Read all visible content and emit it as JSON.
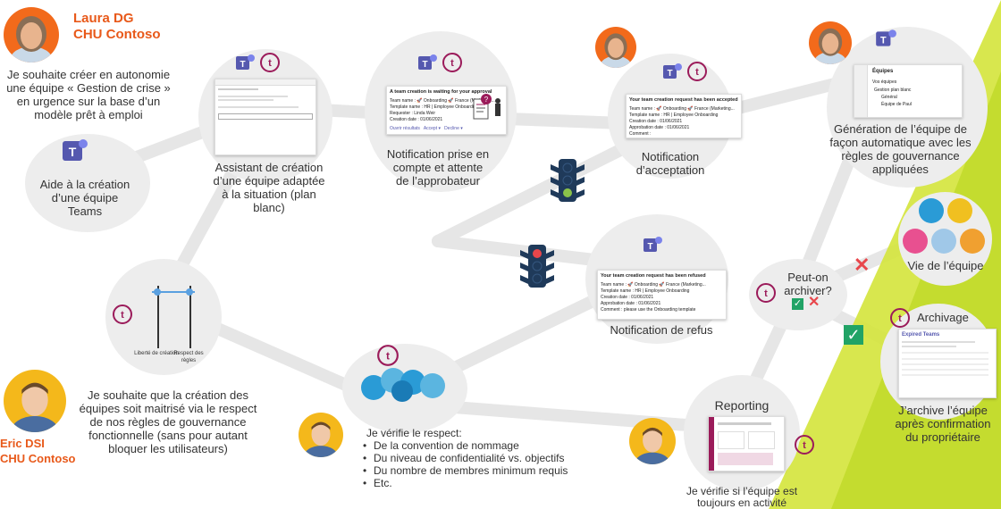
{
  "personas": {
    "laura": {
      "name": "Laura DG",
      "org": "CHU Contoso"
    },
    "eric": {
      "name": "Eric DSI",
      "org": "CHU Contoso"
    }
  },
  "texts": {
    "laura_need": "Je souhaite créer en autonomie une équipe « Gestion de crise » en urgence sur la base d’un modèle prêt à emploi",
    "help": "Aide à la création d’une équipe Teams",
    "assistant": "Assistant de création d’une équipe adaptée à la situation (plan blanc)",
    "notif_wait": "Notification prise en compte et attente de l’approbateur",
    "notif_accept": "Notification d’acceptation",
    "generation": "Génération de l’équipe de façon automatique avec les règles de gouvernance appliquées",
    "vie": "Vie de l’équipe",
    "peut_on": "Peut-on archiver?",
    "archivage": "Archivage",
    "archive_note": "J’archive l’équipe après confirmation du propriétaire",
    "notif_refus": "Notification de refus",
    "reporting": "Reporting",
    "reporting_note": "Je vérifie si l’équipe est toujours en activité",
    "eric_need": "Je souhaite que la création des équipes soit maitrisé via le respect de nos règles de gouvernance fonctionnelle (sans pour autant bloquer les utilisateurs)",
    "slider_left": "Liberté de création",
    "slider_right": "Respect des règles",
    "verif_intro": "Je vérifie le respect:",
    "verif_items": [
      "De la convention de nommage",
      "Du niveau de confidentialité vs. objectifs",
      "Du nombre de membres minimum requis",
      "Etc."
    ]
  },
  "cards": {
    "wait": {
      "title": "A team creation is waiting for your approval",
      "rows": [
        "Team name : 🚀 Onboarding 🚀 France (Marketing...",
        "Template name : HR | Employee Onboarding",
        "Requester : Linda Weir",
        "Creation date : 01/06/2021"
      ],
      "actions": [
        "Ouvrir résultats",
        "Accept ▾",
        "Decline ▾"
      ]
    },
    "accept": {
      "title": "Your team creation request has been accepted",
      "rows": [
        "Team name : 🚀 Onboarding 🚀 France (Marketing...",
        "Template name : HR | Employee Onboarding",
        "Creation date : 01/06/2021",
        "Approbation date : 01/06/2021",
        "Comment :"
      ]
    },
    "refuse": {
      "title": "Your team creation request has been refused",
      "rows": [
        "Team name : 🚀 Onboarding 🚀 France (Marketing...",
        "Template name : HR | Employee Onboarding",
        "Creation date : 01/06/2021",
        "Approbation date : 01/06/2021",
        "Comment : please use the Onboarding template"
      ]
    },
    "teams_panel": {
      "title": "Équipes",
      "rows": [
        "Vos équipes",
        "Gestion plan blanc",
        "Général",
        "Équipe de Paul"
      ]
    },
    "expired": {
      "title": "Expired Teams"
    }
  },
  "colors": {
    "accent": "#e8591a",
    "teams": "#5558af",
    "brand": "#9b1b5a",
    "green": "#21a366",
    "red": "#e8464b",
    "yellow": "#d4e43b"
  }
}
